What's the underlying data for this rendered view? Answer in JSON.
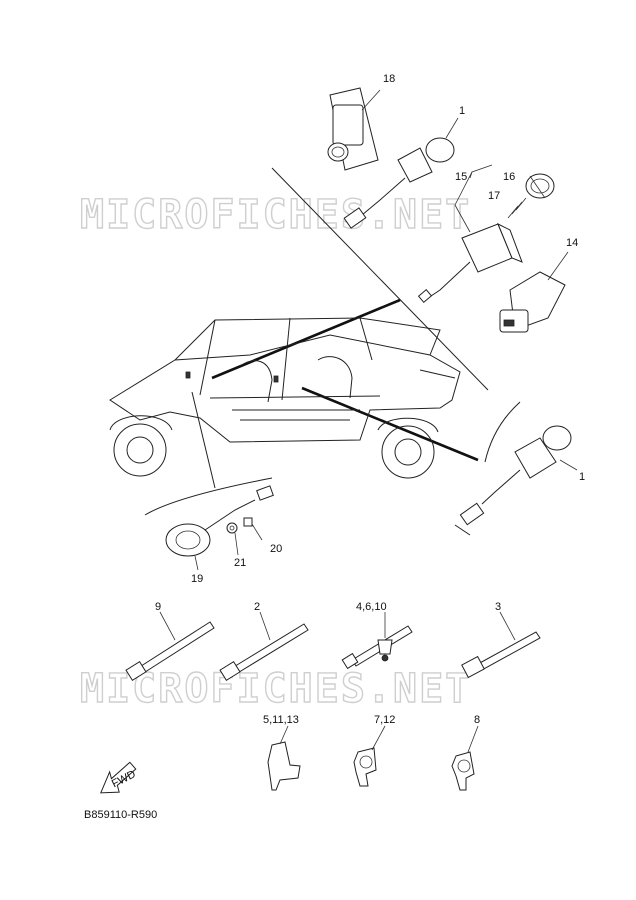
{
  "watermark": "MICROFICHES.NET",
  "diagram_code": "B859110-R590",
  "fwd_label": "FWD",
  "callouts": {
    "c18": "18",
    "c1a": "1",
    "c15": "15",
    "c16": "16",
    "c17": "17",
    "c14": "14",
    "c1b": "1",
    "c19": "19",
    "c20": "20",
    "c21": "21",
    "c9": "9",
    "c2": "2",
    "c4610": "4,6,10",
    "c3": "3",
    "c51113": "5,11,13",
    "c712": "7,12",
    "c8": "8"
  }
}
